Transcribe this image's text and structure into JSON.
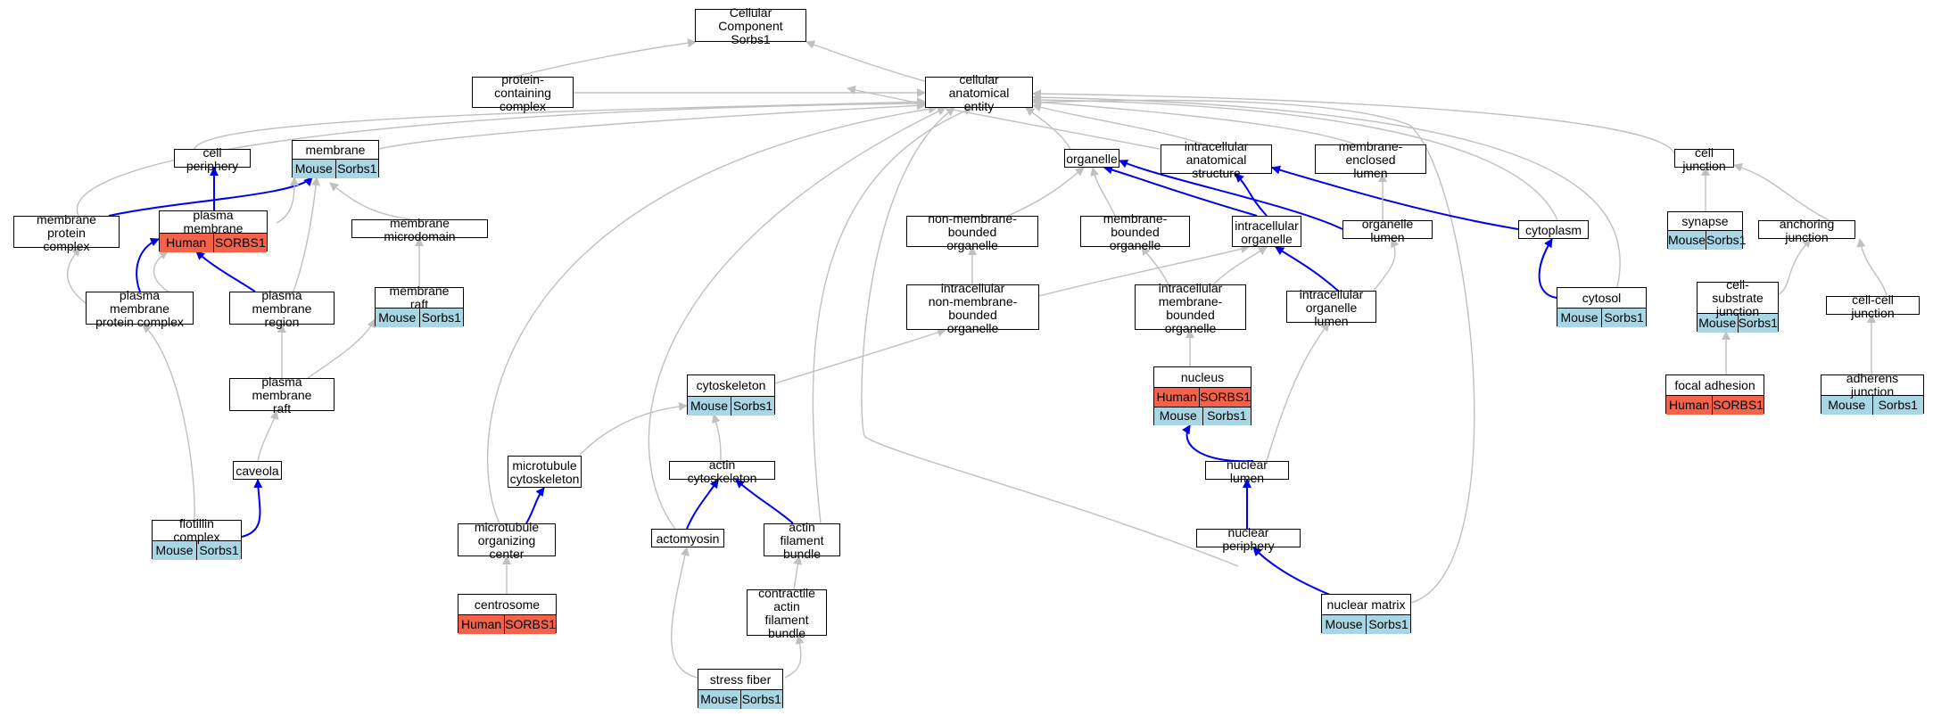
{
  "colors": {
    "grey_edge": "#c0c0c0",
    "blue_edge": "#0000ee",
    "human": "#f4624a",
    "mouse": "#a8d6e5"
  },
  "nodes": {
    "cc": {
      "label": "Cellular Component\nSorbs1",
      "ann": []
    },
    "pcc": {
      "label": "protein-containing\ncomplex",
      "ann": []
    },
    "cae": {
      "label": "cellular anatomical\nentity",
      "ann": []
    },
    "cp": {
      "label": "cell periphery",
      "ann": []
    },
    "mem": {
      "label": "membrane",
      "ann": [
        [
          "Mouse",
          "Sorbs1"
        ]
      ]
    },
    "org": {
      "label": "organelle",
      "ann": []
    },
    "ias": {
      "label": "intracellular\nanatomical structure",
      "ann": []
    },
    "mel": {
      "label": "membrane-enclosed\nlumen",
      "ann": []
    },
    "cj": {
      "label": "cell junction",
      "ann": []
    },
    "mpc": {
      "label": "membrane protein\ncomplex",
      "ann": []
    },
    "pm": {
      "label": "plasma membrane",
      "ann": [
        [
          "Human",
          "SORBS1"
        ]
      ]
    },
    "mmd": {
      "label": "membrane microdomain",
      "ann": []
    },
    "nmbo": {
      "label": "non-membrane-bounded\norganelle",
      "ann": []
    },
    "mbo": {
      "label": "membrane-bounded\norganelle",
      "ann": []
    },
    "io": {
      "label": "intracellular\norganelle",
      "ann": []
    },
    "ol": {
      "label": "organelle lumen",
      "ann": []
    },
    "cyt": {
      "label": "cytoplasm",
      "ann": []
    },
    "syn": {
      "label": "synapse",
      "ann": [
        [
          "Mouse",
          "Sorbs1"
        ]
      ]
    },
    "aj": {
      "label": "anchoring junction",
      "ann": []
    },
    "pmpc": {
      "label": "plasma membrane\nprotein complex",
      "ann": []
    },
    "pmr": {
      "label": "plasma membrane\nregion",
      "ann": []
    },
    "mr": {
      "label": "membrane raft",
      "ann": [
        [
          "Mouse",
          "Sorbs1"
        ]
      ]
    },
    "inmbo": {
      "label": "intracellular\nnon-membrane-bounded\norganelle",
      "ann": []
    },
    "imbo": {
      "label": "intracellular\nmembrane-bounded\norganelle",
      "ann": []
    },
    "iol": {
      "label": "intracellular\norganelle lumen",
      "ann": []
    },
    "cytosol": {
      "label": "cytosol",
      "ann": [
        [
          "Mouse",
          "Sorbs1"
        ]
      ]
    },
    "csj": {
      "label": "cell-substrate\njunction",
      "ann": [
        [
          "Mouse",
          "Sorbs1"
        ]
      ]
    },
    "ccj": {
      "label": "cell-cell junction",
      "ann": []
    },
    "pmraft": {
      "label": "plasma membrane\nraft",
      "ann": []
    },
    "cytosk": {
      "label": "cytoskeleton",
      "ann": [
        [
          "Mouse",
          "Sorbs1"
        ]
      ]
    },
    "nuc": {
      "label": "nucleus",
      "ann": [
        [
          "Human",
          "SORBS1"
        ],
        [
          "Mouse",
          "Sorbs1"
        ]
      ]
    },
    "fa": {
      "label": "focal adhesion",
      "ann": [
        [
          "Human",
          "SORBS1"
        ]
      ]
    },
    "adj": {
      "label": "adherens junction",
      "ann": [
        [
          "Mouse",
          "Sorbs1"
        ]
      ]
    },
    "cav": {
      "label": "caveola",
      "ann": []
    },
    "mtc": {
      "label": "microtubule\ncytoskeleton",
      "ann": []
    },
    "acs": {
      "label": "actin cytoskeleton",
      "ann": []
    },
    "nl": {
      "label": "nuclear lumen",
      "ann": []
    },
    "flot": {
      "label": "flotillin complex",
      "ann": [
        [
          "Mouse",
          "Sorbs1"
        ]
      ]
    },
    "mtoc": {
      "label": "microtubule\norganizing center",
      "ann": []
    },
    "am": {
      "label": "actomyosin",
      "ann": []
    },
    "afb": {
      "label": "actin filament\nbundle",
      "ann": []
    },
    "np": {
      "label": "nuclear periphery",
      "ann": []
    },
    "cent": {
      "label": "centrosome",
      "ann": [
        [
          "Human",
          "SORBS1"
        ]
      ]
    },
    "cafb": {
      "label": "contractile\nactin filament\nbundle",
      "ann": []
    },
    "nm": {
      "label": "nuclear matrix",
      "ann": [
        [
          "Mouse",
          "Sorbs1"
        ]
      ]
    },
    "sf": {
      "label": "stress fiber",
      "ann": [
        [
          "Mouse",
          "Sorbs1"
        ]
      ]
    }
  }
}
